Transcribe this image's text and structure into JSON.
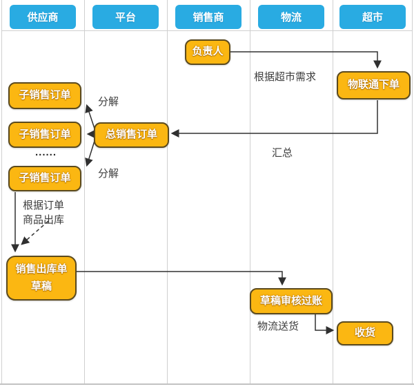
{
  "lanes": [
    "供应商",
    "平台",
    "销售商",
    "物流",
    "超市"
  ],
  "nodes": {
    "person_in_charge": "负责人",
    "wuliantong_order": "物联通下单",
    "sub_sales_order_1": "子销售订单",
    "sub_sales_order_2": "子销售订单",
    "sub_sales_order_3": "子销售订单",
    "total_sales_order": "总销售订单",
    "outbound_line1": "销售出库单",
    "outbound_line2": "草稿",
    "draft_audit_post": "草稿审核过账",
    "receive_goods": "收货"
  },
  "annotations": {
    "per_supermarket_demand": "根据超市需求",
    "decompose_top": "分解",
    "decompose_bottom": "分解",
    "summarize": "汇总",
    "ellipsis": "......",
    "per_order_line1": "根据订单",
    "per_order_line2": "商品出库",
    "logistics_delivery": "物流送货"
  },
  "edges": [
    {
      "from": "负责人",
      "to": "物联通下单",
      "label": "根据超市需求",
      "style": "solid"
    },
    {
      "from": "物联通下单",
      "to": "总销售订单",
      "label": "汇总",
      "style": "solid"
    },
    {
      "from": "总销售订单",
      "to": "子销售订单 (上)",
      "label": "分解",
      "style": "solid"
    },
    {
      "from": "总销售订单",
      "to": "子销售订单 (中)",
      "label": "分解",
      "style": "solid"
    },
    {
      "from": "总销售订单",
      "to": "子销售订单 (下)",
      "label": "分解",
      "style": "solid"
    },
    {
      "from": "子销售订单 (下)",
      "to": "销售出库单草稿",
      "label": "根据订单 商品出库",
      "style": "solid"
    },
    {
      "from": "商品出库注释",
      "to": "销售出库单草稿",
      "label": "",
      "style": "dashed"
    },
    {
      "from": "销售出库单草稿",
      "to": "草稿审核过账",
      "label": "",
      "style": "solid"
    },
    {
      "from": "草稿审核过账",
      "to": "收货",
      "label": "物流送货",
      "style": "solid"
    }
  ],
  "colors": {
    "lane_header": "#29ABE2",
    "node_fill": "#FBB712",
    "node_border": "#5B4A1E",
    "node_text": "#FFFFFF",
    "arrow": "#303030",
    "grid_line": "#CFCFCF",
    "annotation_text": "#3D3D3D"
  }
}
